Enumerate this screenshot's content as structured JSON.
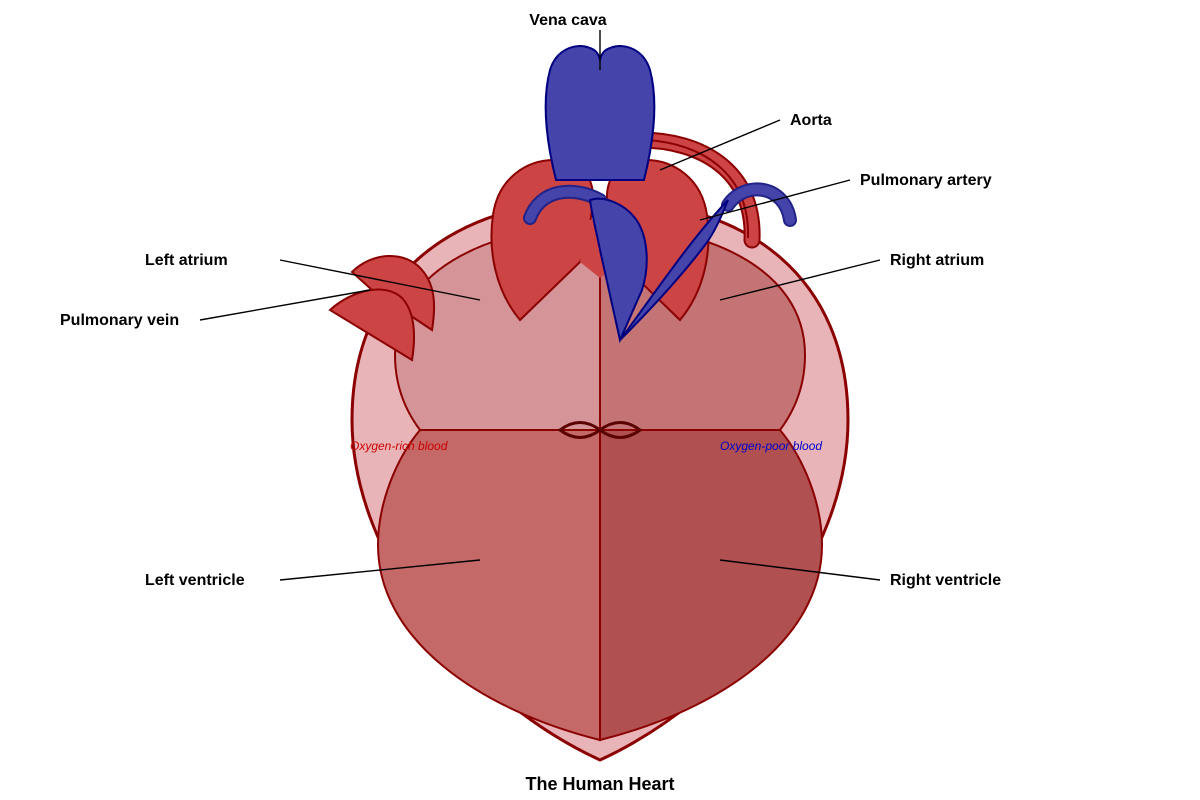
{
  "labels": {
    "vena_cava": "Vena cava",
    "aorta": "Aorta",
    "pulmonary_artery": "Pulmonary artery",
    "left_atrium": "Left atrium",
    "pulmonary_vein": "Pulmonary vein",
    "right_atrium": "Right atrium",
    "left_ventricle": "Left ventricle",
    "right_ventricle": "Right ventricle"
  },
  "annotations": {
    "oxygen_rich": "Oxygen-rich blood",
    "oxygen_poor": "Oxygen-poor blood"
  },
  "title": "The Human Heart",
  "colors": {
    "outline": "#8b0000",
    "pericardium": "#e8b4b8",
    "left_atrium": "#d49498",
    "right_atrium": "#c47474",
    "left_ventricle": "#c46868",
    "right_ventricle": "#b05050",
    "oxygen_rich_vessel": "#cc4444",
    "oxygen_poor_vessel": "#4444aa",
    "oxygen_rich_text": "#cc0000",
    "oxygen_poor_text": "#0000cc"
  }
}
